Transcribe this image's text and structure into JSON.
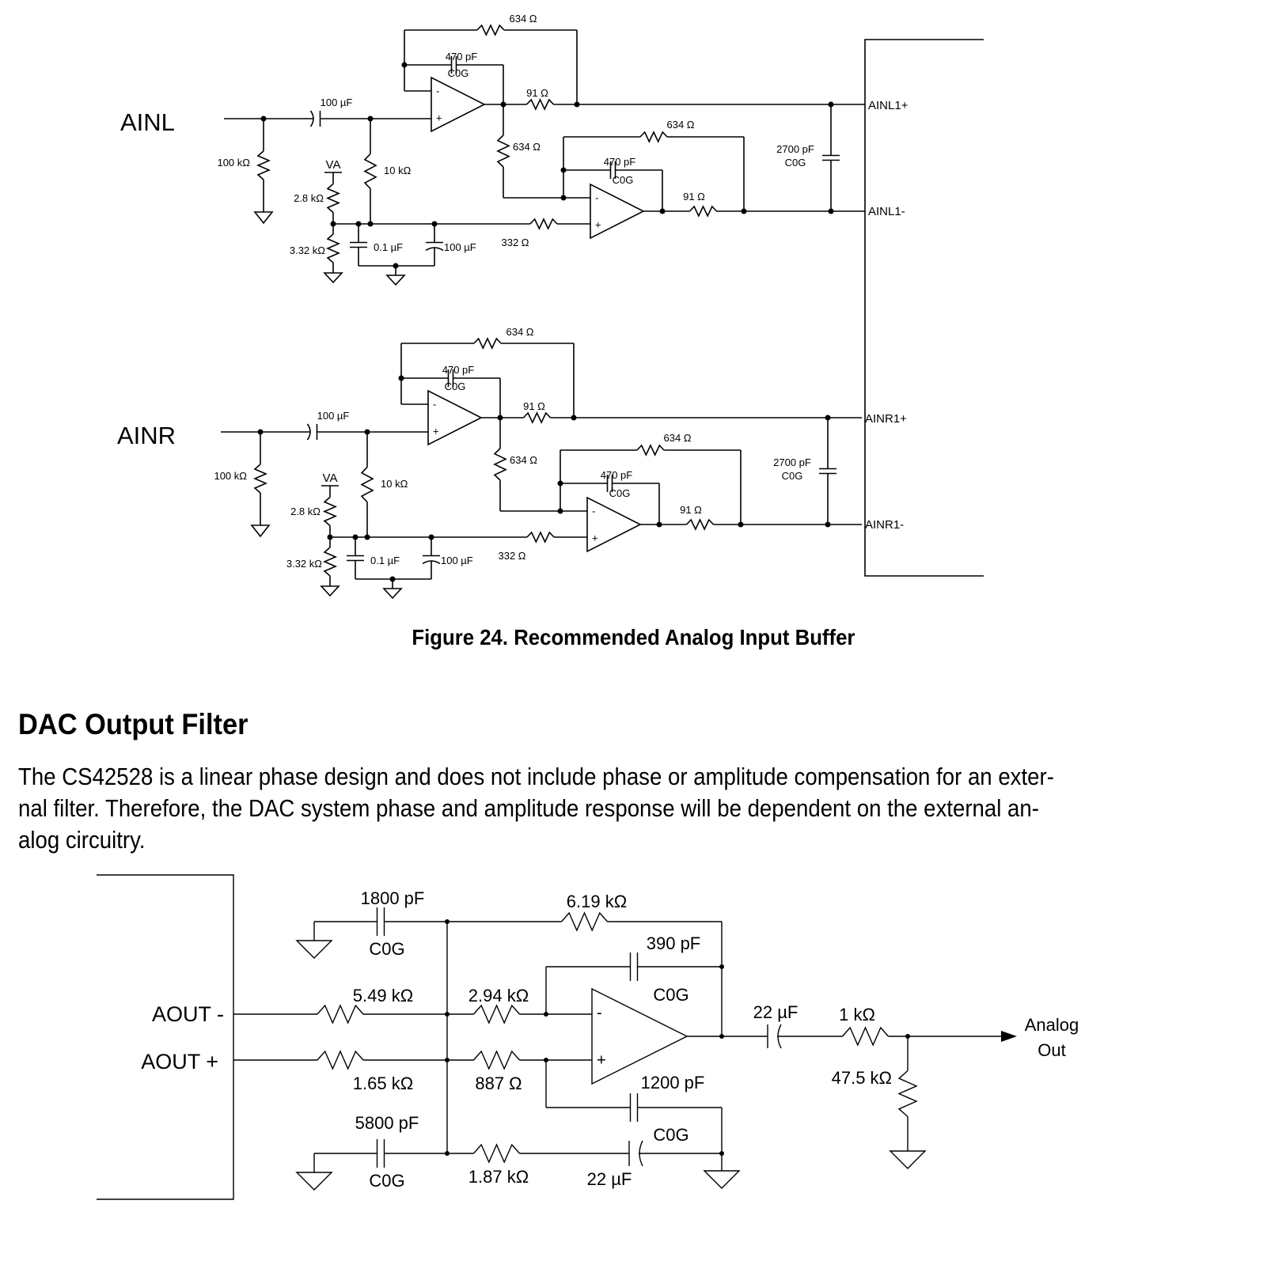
{
  "figure24": {
    "caption": "Figure 24.  Recommended Analog Input Buffer",
    "channels": [
      {
        "input_label": "AINL",
        "output_pos_label": "AINL1+",
        "output_neg_label": "AINL1-",
        "components": {
          "r_input_shunt": "100 kΩ",
          "c_input_coupling": "100 µF",
          "r_bias": "10 kΩ",
          "supply_label": "VA",
          "r_divider_top": "2.8 kΩ",
          "r_divider_bottom": "3.32 kΩ",
          "c_bypass_small": "0.1 µF",
          "c_bypass_large": "100 µF",
          "r_series_plus": "332 Ω",
          "opamp1_r_feedback": "634 Ω",
          "opamp1_c_feedback": "470 pF",
          "opamp1_c_feedback_dielectric": "C0G",
          "opamp1_r_output": "91 Ω",
          "r_inter_stage": "634 Ω",
          "opamp2_r_feedback": "634 Ω",
          "opamp2_c_feedback": "470 pF",
          "opamp2_c_feedback_dielectric": "C0G",
          "opamp2_r_output": "91 Ω",
          "c_differential": "2700 pF",
          "c_differential_dielectric": "C0G"
        }
      },
      {
        "input_label": "AINR",
        "output_pos_label": "AINR1+",
        "output_neg_label": "AINR1-",
        "components": {
          "r_input_shunt": "100 kΩ",
          "c_input_coupling": "100 µF",
          "r_bias": "10 kΩ",
          "supply_label": "VA",
          "r_divider_top": "2.8 kΩ",
          "r_divider_bottom": "3.32 kΩ",
          "c_bypass_small": "0.1 µF",
          "c_bypass_large": "100 µF",
          "r_series_plus": "332 Ω",
          "opamp1_r_feedback": "634 Ω",
          "opamp1_c_feedback": "470 pF",
          "opamp1_c_feedback_dielectric": "C0G",
          "opamp1_r_output": "91 Ω",
          "r_inter_stage": "634 Ω",
          "opamp2_r_feedback": "634 Ω",
          "opamp2_c_feedback": "470 pF",
          "opamp2_c_feedback_dielectric": "C0G",
          "opamp2_r_output": "91 Ω",
          "c_differential": "2700 pF",
          "c_differential_dielectric": "C0G"
        }
      }
    ],
    "opamp_minus": "-",
    "opamp_plus": "+"
  },
  "section": {
    "heading": "DAC Output Filter",
    "paragraph_lines": [
      "The CS42528 is a linear phase design and does not include phase or amplitude compensation for an exter-",
      "nal filter. Therefore, the DAC system phase and amplitude response will be dependent on the external an-",
      "alog circuitry."
    ]
  },
  "dac_filter": {
    "pin_minus": "AOUT -",
    "pin_plus": "AOUT +",
    "output_label_line1": "Analog",
    "output_label_line2": "Out",
    "opamp_minus": "-",
    "opamp_plus": "+",
    "components": {
      "c_top_ground": "1800 pF",
      "c_top_ground_dielectric": "C0G",
      "r_feedback_outer": "6.19 kΩ",
      "c_feedback": "390 pF",
      "c_feedback_dielectric": "C0G",
      "r_minus_input": "5.49 kΩ",
      "r_minus_series": "2.94 kΩ",
      "r_plus_input": "1.65 kΩ",
      "r_plus_series": "887 Ω",
      "c_plus_ground": "1200 pF",
      "c_plus_ground_dielectric": "C0G",
      "c_bottom_ground": "5800 pF",
      "c_bottom_ground_dielectric": "C0G",
      "r_bottom_series": "1.87 kΩ",
      "c_bottom_coupling": "22 µF",
      "c_output_coupling": "22 µF",
      "r_output_series": "1 kΩ",
      "r_output_load": "47.5 kΩ"
    }
  }
}
